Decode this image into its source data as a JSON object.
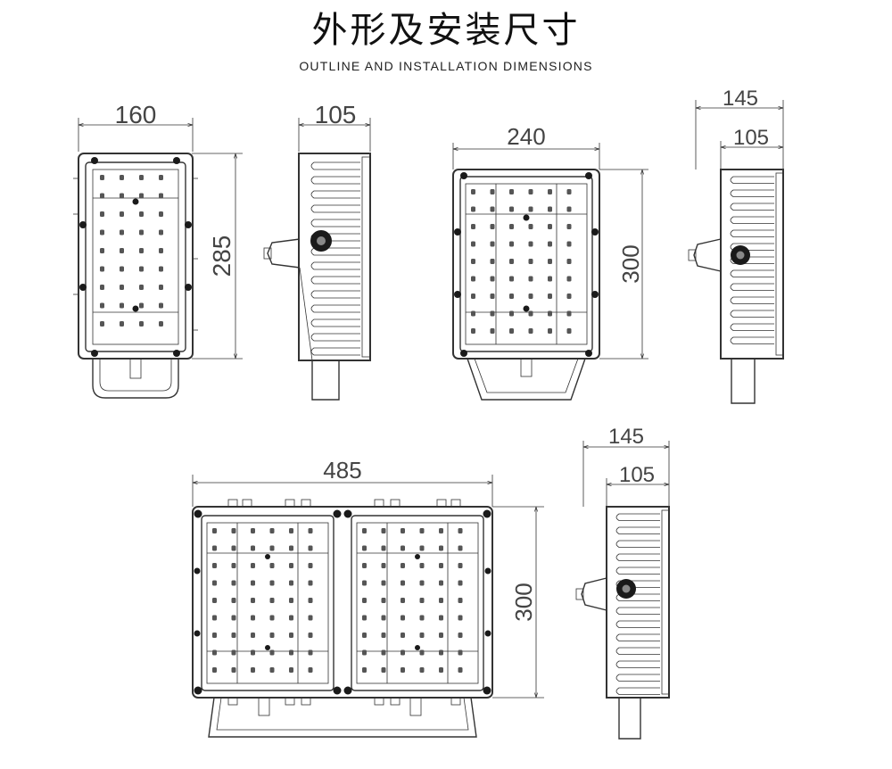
{
  "header": {
    "title_cn": "外形及安装尺寸",
    "title_en": "OUTLINE AND INSTALLATION DIMENSIONS"
  },
  "dimensions": {
    "small_front_width": "160",
    "small_front_height": "285",
    "small_side_depth": "105",
    "medium_front_width": "240",
    "medium_front_height": "300",
    "medium_side_total": "145",
    "medium_side_body": "105",
    "large_front_width": "485",
    "large_front_height": "300",
    "large_side_total": "145",
    "large_side_body": "105"
  },
  "colors": {
    "line": "#333333",
    "dark": "#1a1a1a",
    "led": "#555555",
    "dimension_text": "#444444"
  }
}
